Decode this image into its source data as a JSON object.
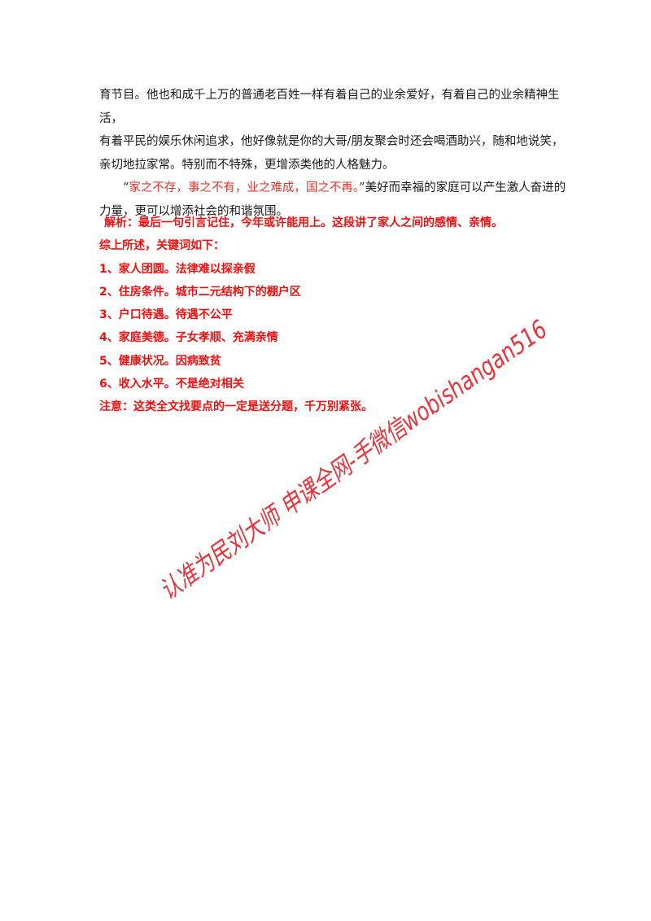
{
  "paragraphs": {
    "p1_line1": "育节目。他也和成千上万的普通老百姓一样有着自己的业余爱好，有着自己的业余精神生活，",
    "p1_line2": "有着平民的娱乐休闲追求，他好像就是你的大哥/朋友聚会时还会喝酒助兴，随和地说笑，",
    "p1_line3": "亲切地拉家常。特别而不特殊，更增添类他的人格魅力。",
    "p2_quote_open": "“",
    "p2_quote_red": "家之不存，事之不有，业之难成，国之不再。",
    "p2_rest_line1": "”美好而幸福的家庭可以产生激人奋进的",
    "p2_line2": "力量，更可以增添社会的和谐氛围。"
  },
  "notes": {
    "analysis": "解析：最后一句引言记住，今年或许能用上。这段讲了家人之间的感情、亲情。",
    "summary": "综上所述，关键词如下：",
    "keywords": [
      "1、家人团圆。法律难以探亲假",
      "2、住房条件。城市二元结构下的棚户区",
      "3、户口待遇。待遇不公平",
      "4、家庭美德。子女孝顺、充满亲情",
      "5、健康状况。因病致贫",
      "6、收入水平。不是绝对相关"
    ],
    "note": "注意：这类全文找要点的一定是送分题，千万别紧张。"
  },
  "watermark": {
    "text": "认准为民刘大师 申课全网-手微信wobishangan516",
    "color": "#e8333a"
  }
}
